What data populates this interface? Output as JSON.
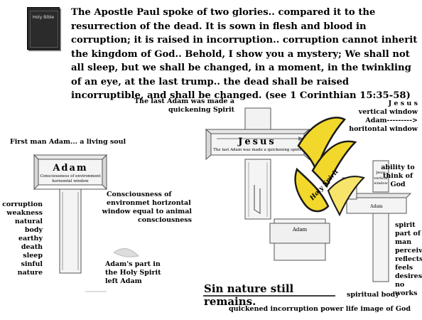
{
  "book": {
    "title": "Holy Bible"
  },
  "intro": {
    "text": "The Apostle Paul spoke of two glories.. compared it to the resurrection of the dead. It is sown in flesh and blood in corruption; it is raised in incorruption.. corruption cannot inherit the kingdom of God.. Behold, I show you a mystery; We shall not all sleep, but we shall be changed, in a moment, in the twinkling of an eye, at the last trump.. the dead shall be raised incorruptible, and shall be changed. (see 1 Corinthian 15:35-58)"
  },
  "left_cross": {
    "name": "Adam",
    "sub1": "Consciousness of environment",
    "sub2": "horizontal window"
  },
  "center_cross": {
    "name": "Jesus",
    "sub": "The last Adam was made a quickening spirit",
    "lower_name": "Adam"
  },
  "right_cross": {
    "name": "Jesus",
    "sub1": "vertical",
    "sub2": "window",
    "lower_name": "Adam"
  },
  "dove": {
    "label": "Holy Spirit"
  },
  "labels": {
    "first_man": "First man Adam... a living soul",
    "corruption_list": [
      "corruption",
      "weakness",
      "natural body",
      "earthy",
      "death",
      "sleep",
      "sinful nature"
    ],
    "consciousness": [
      "Consciousness of",
      "environmet horizontal",
      "window  equal to animal",
      "consciousness"
    ],
    "adams_part": [
      "Adam's part in",
      "the Holy Spirit",
      "left Adam"
    ],
    "last_adam": [
      "The last Adam was made a",
      "quickening Spirit"
    ],
    "jesus_vertical": [
      "J e s u s",
      "vertical window",
      "Adam--------->",
      "horitontal window"
    ],
    "ability": [
      "ability to",
      "think of",
      "God"
    ],
    "spirit_list": [
      "spirit",
      "part of",
      "man",
      "perceives",
      "reflects",
      "feels",
      "desires",
      "no works",
      "spiritual body"
    ],
    "sin_nature": "Sin nature still remains.",
    "bottom": "quickened incorruption power life image of God"
  },
  "colors": {
    "flame_yellow": "#f2d82a",
    "flame_dark": "#1a1a1a",
    "cross_stroke": "#555555",
    "cross_fill": "#f4f4f4"
  }
}
